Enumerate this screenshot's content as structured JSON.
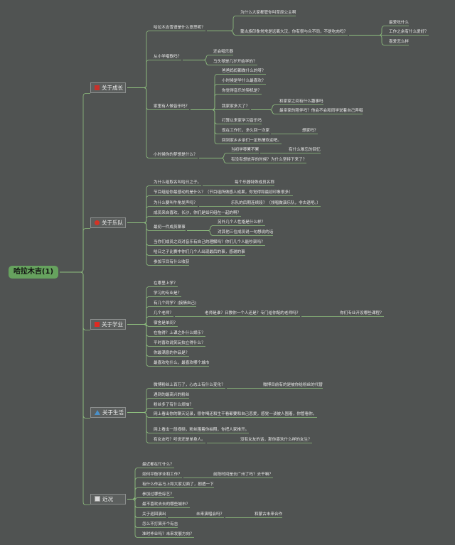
{
  "root": {
    "label": "哈拉木吉(1)"
  },
  "branches": [
    {
      "label": "关于成长",
      "items": [
        {
          "text": "哈拉木吉雪语是什么意思呢？",
          "children": [
            {
              "text": "为什么大家都管你叫草原公主啊"
            },
            {
              "text": "蒙古族印象常常是远离大汉，你有很与众不同，不是吃肉吗？",
              "children": [
                {
                  "text": "最爱吃什么"
                },
                {
                  "text": "工作之余有什么爱好？"
                },
                {
                  "text": "喜爱怎么样"
                }
              ]
            }
          ]
        },
        {
          "text": "从小学唱歌吗？",
          "children": [
            {
              "text": "还会唱乐器"
            },
            {
              "text": "马头琴是几岁开始学的？"
            }
          ]
        },
        {
          "text": "家里有人做音乐吗？",
          "children": [
            {
              "text": "爸爸妈妈都做什么的呀？"
            },
            {
              "text": "小时候是学什么最喜欢？"
            },
            {
              "text": "你觉得音乐的契机是？"
            },
            {
              "text": "我家家多大了？",
              "children": [
                {
                  "text": "和家家之间有什么趣事吗"
                },
                {
                  "text": "最亲家的陪伴吗？他会不会和同学说着自己弄唱"
                }
              ]
            },
            {
              "text": "打算以来家学习音乐吗"
            },
            {
              "text": "现在工作忙，多久回一次家",
              "children": [
                {
                  "text": "想家吗？"
                }
              ]
            },
            {
              "text": "回到家乡乡亲们一定热情欢迎吧。"
            }
          ]
        },
        {
          "text": "小时候你的梦想是什么？",
          "children": [
            {
              "text": "当初学琴累不累",
              "children": [
                {
                  "text": "有什么难忘的回忆"
                }
              ]
            },
            {
              "text": "有没有想放弃的时候？为什么坚持下来了？"
            }
          ]
        }
      ]
    },
    {
      "label": "关于乐队",
      "items": [
        {
          "text": "为什么组取名叫哈日之子。",
          "children": [
            {
              "text": "每个乐器特殊成员名称"
            }
          ]
        },
        {
          "text": "节目组给你最感动的是什么？（节目组所做感人成果，你觉得和最初印象很多）"
        },
        {
          "text": "为什么要叫牛角发声吗？",
          "children": [
            {
              "text": "乐队的后期连续段？（领唱做演乐队，非古语吧。）"
            }
          ]
        },
        {
          "text": "成员来自喜欢、长沙，你们是如何组在一起的啊？"
        },
        {
          "text": "最初一件成员聊事",
          "children": [
            {
              "text": "另外几个人性格是什么样？"
            },
            {
              "text": "对其他三位成员说一句想说的话"
            }
          ]
        },
        {
          "text": "当你们成员之间对音乐有自己的理解吗？你们几个人能吵架吗？"
        },
        {
          "text": "哈日之子比赛中你们几个人出现最后的事，感谢的事"
        },
        {
          "text": "参加节目有什么收获"
        }
      ]
    },
    {
      "label": "关于学业",
      "items": [
        {
          "text": "在哪里上学？"
        },
        {
          "text": "学习的专业是？"
        },
        {
          "text": "有几个同学？(接情自己)"
        },
        {
          "text": "几个老师？",
          "children": [
            {
              "text": "老师是谁？日教你一个人还是？专门给你配的老师吗？",
              "children": [
                {
                  "text": "你们专业开设哪些课程？"
                }
              ]
            }
          ]
        },
        {
          "text": "宿舍是单间？"
        },
        {
          "text": "在拖得？上课之外什么娱乐？"
        },
        {
          "text": "平时喜欢说笑玩拍立得什么？"
        },
        {
          "text": "你最满意的作品是？"
        },
        {
          "text": "最喜欢吃什么，最喜欢哪个城市"
        }
      ]
    },
    {
      "label": "关于生活",
      "items": [
        {
          "text": "微博粉丝上百万了，心态上有什么变化？",
          "children": [
            {
              "text": "微博目前有的是被你给粉丝的代替"
            }
          ]
        },
        {
          "text": "遇到的最高兴的粉丝"
        },
        {
          "text": "粉丝多了有什么烦恼？"
        },
        {
          "text": "网上看出你的聊天记录，很你喝还和生干看都要和自己恋爱，感觉一谈被人围着，你管看你。"
        },
        {
          "text": "网上看出一段视频，粉丝围着你拍照，你把人家推开。"
        },
        {
          "text": "有女友吗？听说还是单身人。",
          "children": [
            {
              "text": "没有女友的话，那你喜欢什么样的女生？"
            }
          ]
        }
      ]
    },
    {
      "label": "近况",
      "items": [
        {
          "text": "最近都在忙什么？"
        },
        {
          "text": "如何平衡学业和工作？",
          "children": [
            {
              "text": "前段时间是去广州了吗？去干嘛？"
            }
          ]
        },
        {
          "text": "有什么作品马上和大家见面了，剧透一下"
        },
        {
          "text": "参加过哪些综艺？"
        },
        {
          "text": "最不喜欢去去的哪些城市？"
        },
        {
          "text": "关于巡回演出",
          "children": [
            {
              "text": "未来演唱会吗？",
              "children": [
                {
                  "text": "和蒙古未来合作"
                }
              ]
            }
          ]
        },
        {
          "text": "怎么不打算开个有吉"
        },
        {
          "text": "准时毕业吗？未来发展方向？"
        }
      ]
    }
  ]
}
